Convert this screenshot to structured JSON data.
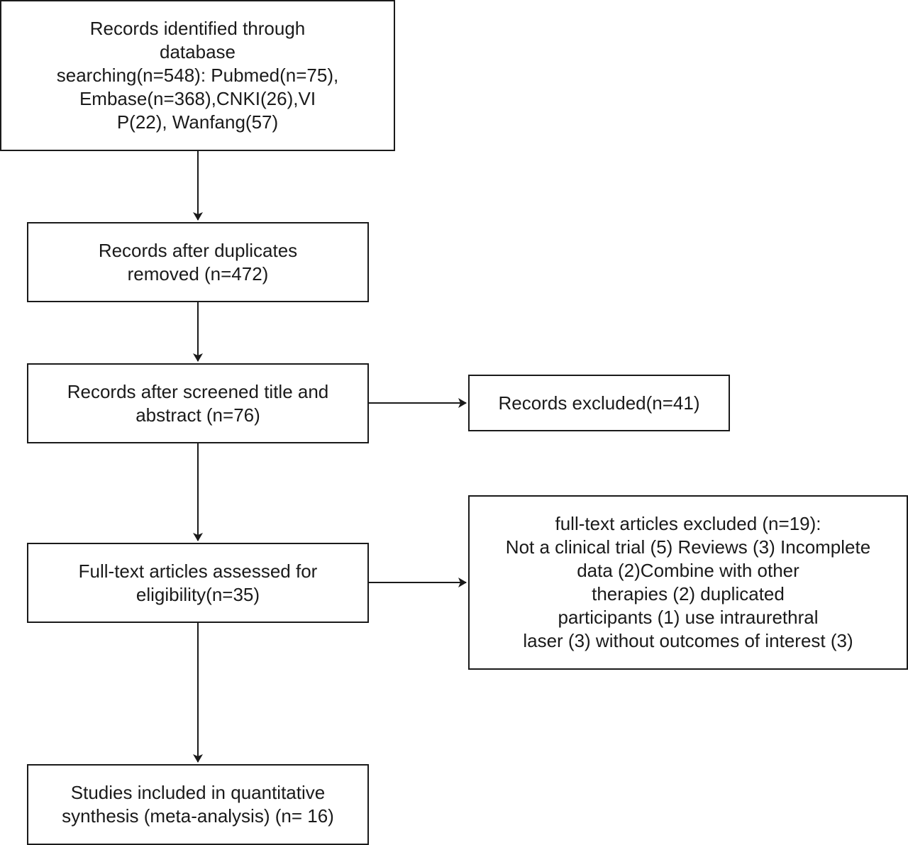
{
  "flowchart": {
    "identification": {
      "lines": [
        "Records identified through",
        "database",
        "searching(n=548): Pubmed(n=75),",
        "Embase(n=368),CNKI(26),VI",
        "P(22), Wanfang(57)"
      ]
    },
    "deduplicated": {
      "lines": [
        "Records after duplicates",
        "removed (n=472)"
      ]
    },
    "screened": {
      "lines": [
        "Records after screened title and",
        "abstract (n=76)"
      ]
    },
    "excluded_records": {
      "lines": [
        "Records excluded(n=41)"
      ]
    },
    "eligibility": {
      "lines": [
        "Full-text articles assessed for",
        "eligibility(n=35)"
      ]
    },
    "excluded_fulltext": {
      "lines": [
        "full-text articles excluded (n=19):",
        "Not a clinical trial (5) Reviews (3) Incomplete",
        "data (2)Combine with other",
        "therapies (2) duplicated",
        "participants (1) use intraurethral",
        "laser (3) without outcomes of interest (3)"
      ]
    },
    "included": {
      "lines": [
        "Studies included in quantitative",
        "synthesis (meta-analysis) (n= 16)"
      ]
    }
  }
}
